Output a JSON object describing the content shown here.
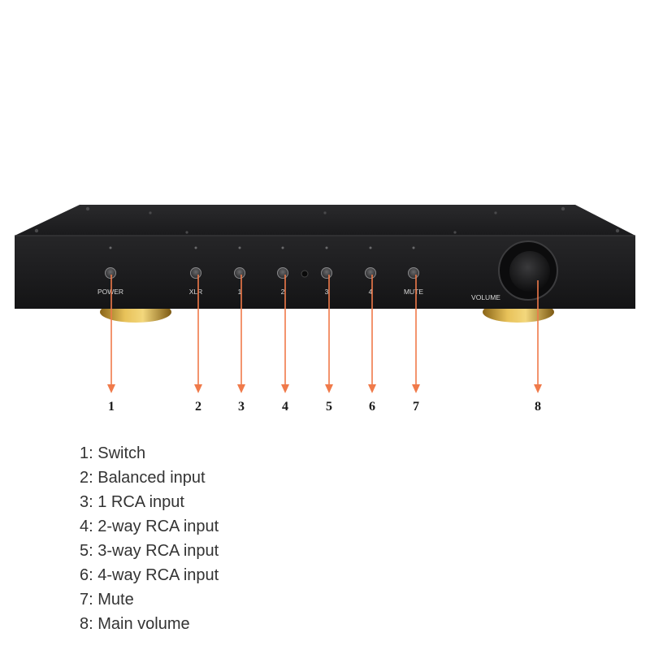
{
  "device": {
    "button_labels": [
      "POWER",
      "XLR",
      "1",
      "2",
      "3",
      "4",
      "MUTE"
    ],
    "knob_label": "VOLUME"
  },
  "callouts": [
    "1",
    "2",
    "3",
    "4",
    "5",
    "6",
    "7",
    "8"
  ],
  "legend": [
    "1: Switch",
    "2: Balanced input",
    "3: 1 RCA input",
    "4: 2-way RCA input",
    "5: 3-way RCA input",
    "6: 4-way RCA input",
    "7: Mute",
    "8: Main volume"
  ],
  "colors": {
    "arrow": "#f07a4a",
    "panel": "#1c1c1e",
    "foot": "#d4a93c"
  }
}
